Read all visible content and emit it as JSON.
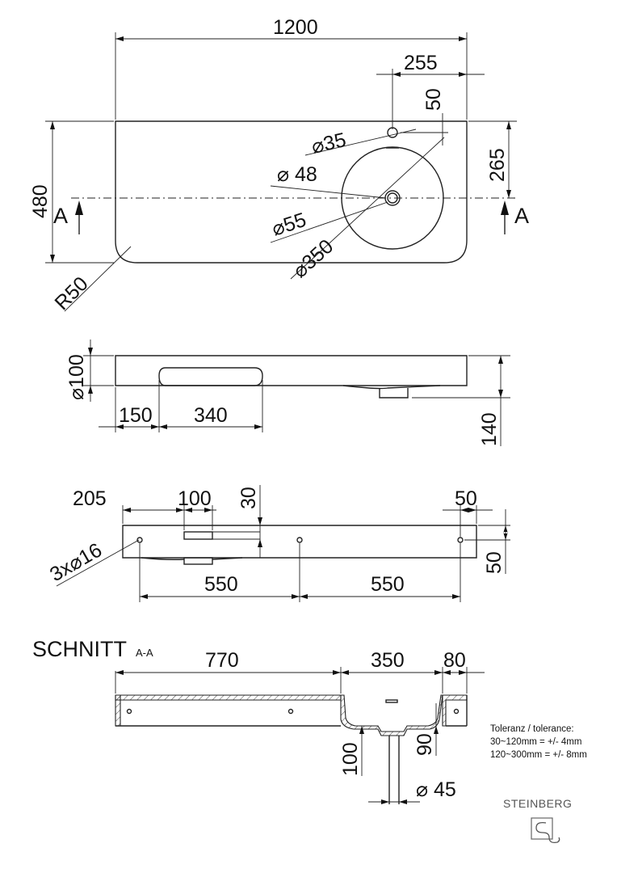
{
  "top_view": {
    "dim_width": "1200",
    "dim_tap_offset": "255",
    "dim_tap_top": "50",
    "dim_tap_hole": "35",
    "dim_overflow": "48",
    "dim_drain": "55",
    "dim_bowl": "350",
    "dim_bowl_center": "265",
    "dim_depth": "480",
    "dim_radius": "R50",
    "section_label_left": "A",
    "section_label_right": "A"
  },
  "front_view": {
    "dim_height_symbol": "100",
    "dim_left_offset": "150",
    "dim_handle_width": "340",
    "dim_total_height": "140"
  },
  "back_view": {
    "dim_205": "205",
    "dim_100": "100",
    "dim_30": "30",
    "dim_50_top": "50",
    "dim_50_side": "50",
    "dim_holes": "3x",
    "dim_hole_diameter": "16",
    "dim_550_left": "550",
    "dim_550_right": "550"
  },
  "section_view": {
    "title": "SCHNITT",
    "subtitle": "A-A",
    "dim_770": "770",
    "dim_350": "350",
    "dim_80": "80",
    "dim_100": "100",
    "dim_90": "90",
    "dim_45": "45"
  },
  "tolerance": {
    "line1": "Toleranz / tolerance:",
    "line2": "30~120mm = +/- 4mm",
    "line3": "120~300mm = +/- 8mm"
  },
  "brand": {
    "name": "STEINBERG",
    "logo_icon": "steinberg-logo-icon"
  }
}
